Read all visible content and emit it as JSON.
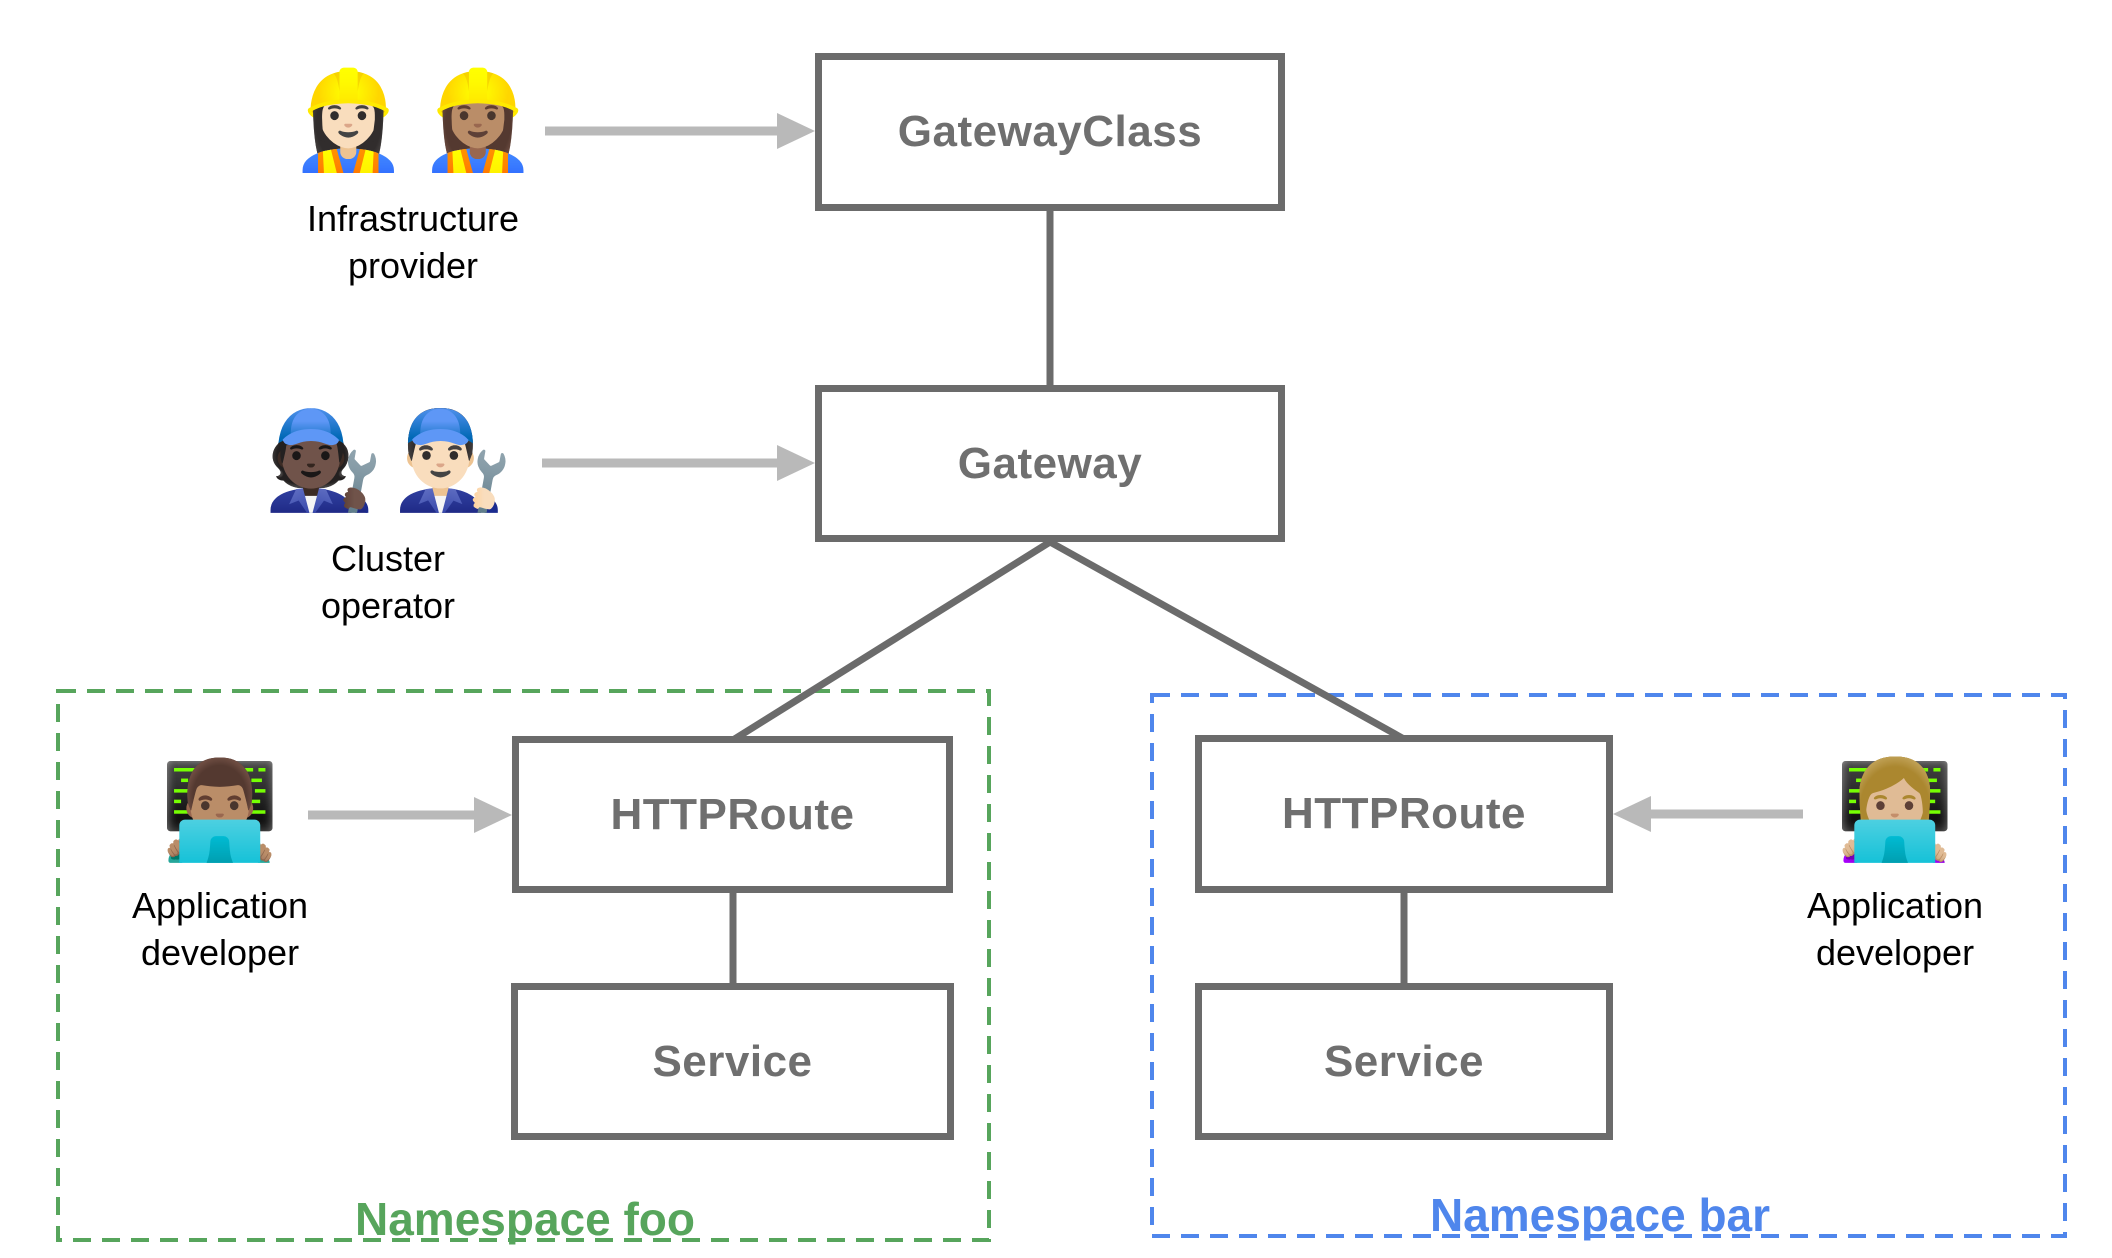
{
  "nodes": {
    "gateway_class": {
      "label": "GatewayClass"
    },
    "gateway": {
      "label": "Gateway"
    },
    "httproute_foo": {
      "label": "HTTPRoute"
    },
    "service_foo": {
      "label": "Service"
    },
    "httproute_bar": {
      "label": "HTTPRoute"
    },
    "service_bar": {
      "label": "Service"
    }
  },
  "personas": {
    "infrastructure_provider": {
      "emojis": [
        "👷🏻‍♀️",
        "👷🏽‍♀️"
      ],
      "label_line1": "Infrastructure",
      "label_line2": "provider"
    },
    "cluster_operator": {
      "emojis": [
        "🧑🏿‍🔧",
        "👨🏻‍🔧"
      ],
      "label_line1": "Cluster",
      "label_line2": "operator"
    },
    "app_developer_foo": {
      "emojis": [
        "👨🏽‍💻"
      ],
      "label_line1": "Application",
      "label_line2": "developer"
    },
    "app_developer_bar": {
      "emojis": [
        "👩🏼‍💻"
      ],
      "label_line1": "Application",
      "label_line2": "developer"
    }
  },
  "namespaces": {
    "foo": {
      "label": "Namespace foo",
      "color": "#57a55c"
    },
    "bar": {
      "label": "Namespace bar",
      "color": "#4f86ec"
    }
  },
  "colors": {
    "node_border": "#6b6b6b",
    "node_text": "#6f6f6f",
    "connector": "#6b6b6b",
    "arrow": "#b9b9b9",
    "persona_text": "#000000"
  }
}
